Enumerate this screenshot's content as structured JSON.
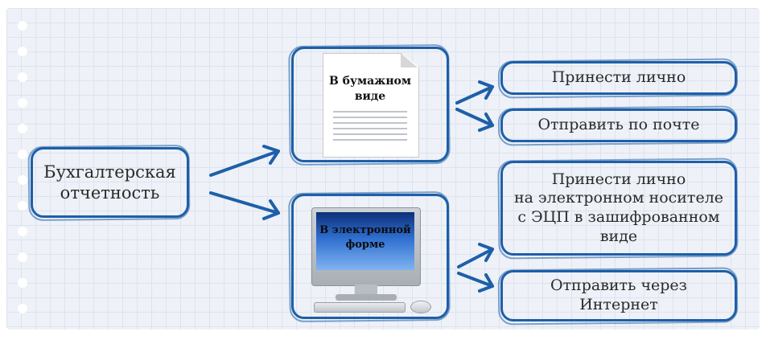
{
  "diagram": {
    "root": "Бухгалтерская отчетность",
    "branches": [
      {
        "label_lines": [
          "В бумажном",
          "виде"
        ],
        "icon": "document-icon",
        "options": [
          {
            "lines": [
              "Принести лично"
            ]
          },
          {
            "lines": [
              "Отправить по почте"
            ]
          }
        ]
      },
      {
        "label_lines": [
          "В электронной",
          "форме"
        ],
        "icon": "computer-icon",
        "options": [
          {
            "lines": [
              "Принести лично",
              "на электронном носителе",
              "с ЭЦП в зашифрованном",
              "виде"
            ]
          },
          {
            "lines": [
              "Отправить через",
              "Интернет"
            ]
          }
        ]
      }
    ],
    "colors": {
      "accent": "#1e5fa8",
      "paper": "#eef1f7",
      "screen": "#2f6fd0"
    }
  }
}
